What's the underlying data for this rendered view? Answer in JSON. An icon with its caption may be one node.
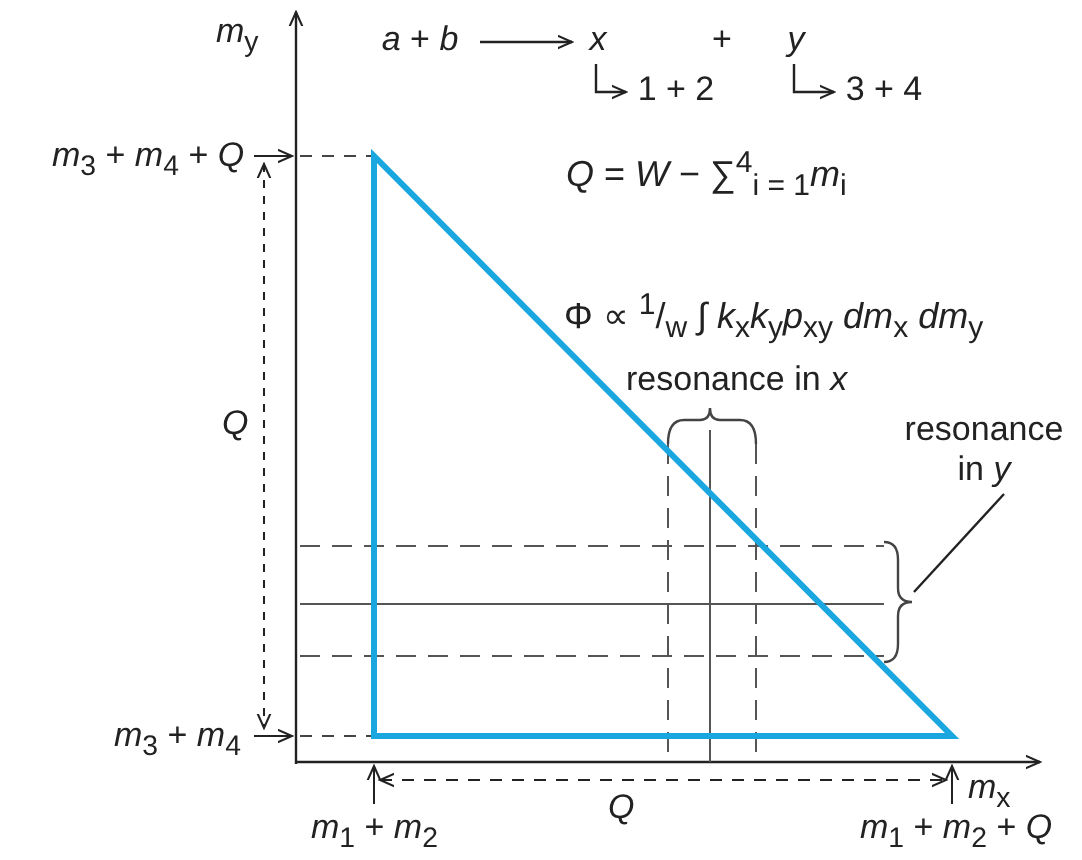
{
  "diagram": {
    "nodes": [
      {
        "text": [
          "*a* + *b*"
        ]
      },
      {
        "text": [
          "x"
        ]
      },
      {
        "text": [
          "y"
        ]
      },
      {
        "text": [
          "1 + 2"
        ]
      },
      {
        "text": [
          "3 + 4"
        ]
      },
      {
        "text": [
          "resonance in *y*"
        ]
      },
      {
        "text": [],
        "shape": "brace"
      }
    ],
    "edges": [
      {
        "from": 0,
        "to": 1,
        "arrow": "to"
      },
      {
        "from": 1,
        "to": 3,
        "arrow": "to"
      },
      {
        "from": 2,
        "to": 4,
        "arrow": "to"
      },
      {
        "from": 5,
        "to": 6,
        "arrow": "none"
      }
    ],
    "labels": [
      "*m*$_{y}$",
      "+",
      "*Q* = *W* − ∑$^{4}$$_{i = 1}$*m*$_{i}$",
      "Φ ∝ $^{1}$/$_{w}$ ∫ *k*$_{x}$*k*$_{y}$*p*$_{xy}$ *dm*$_{x}$ *dm*$_{y}$",
      "resonance in *x*",
      "*m*$_{3}$ + *m*$_{4}$ + *Q*",
      "Q",
      "*m*$_{3}$ + *m*$_{4}$",
      "Q",
      "*m*$_{x}$",
      "*m*$_{1}$ + *m*$_{2}$",
      "*m*$_{1}$ + *m*$_{2}$ + *Q*"
    ]
  }
}
